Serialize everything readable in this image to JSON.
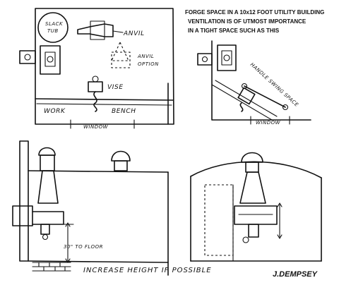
{
  "notes": {
    "line1": "FORGE SPACE IN A 10x12 FOOT UTILITY BUILDING",
    "line2": "VENTILATION IS OF UTMOST IMPORTANCE",
    "line3": "IN A TIGHT SPACE SUCH AS THIS"
  },
  "plan_labels": {
    "slack_tub_1": "SLACK",
    "slack_tub_2": "TUB",
    "anvil": "ANVIL",
    "anvil_option_1": "ANVIL",
    "anvil_option_2": "OPTION",
    "vise": "VISE",
    "work": "WORK",
    "bench": "BENCH",
    "window": "WINDOW"
  },
  "alt_plan_labels": {
    "handle_swing": "HANDLE SWING SPACE",
    "window": "WINDOW"
  },
  "elevation_labels": {
    "to_floor": "30\" TO FLOOR",
    "increase": "INCREASE HEIGHT IF POSSIBLE"
  },
  "signature": "J.DEMPSEY"
}
